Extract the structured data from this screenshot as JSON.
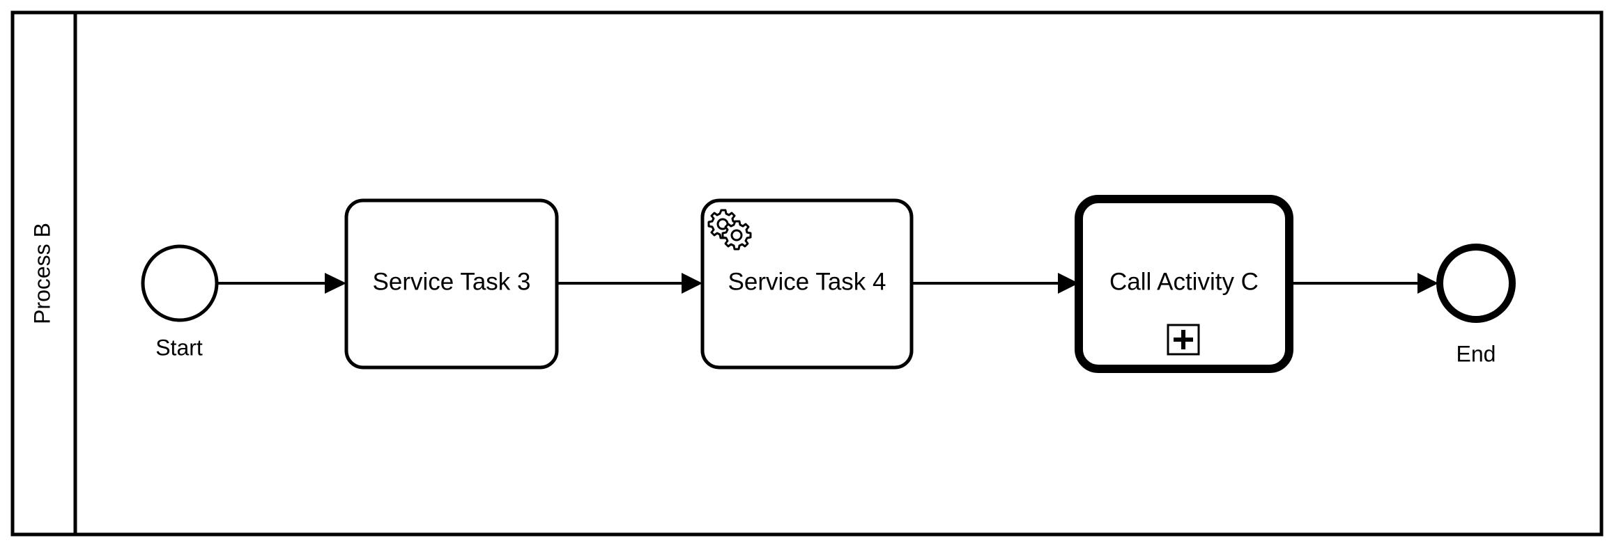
{
  "pool": {
    "label": "Process B"
  },
  "events": {
    "start": {
      "label": "Start"
    },
    "end": {
      "label": "End"
    }
  },
  "tasks": {
    "service_task_3": {
      "label": "Service Task 3"
    },
    "service_task_4": {
      "label": "Service Task 4",
      "icon": "gear-icon"
    },
    "call_activity_c": {
      "label": "Call Activity C",
      "marker": "plus-square-icon"
    }
  },
  "colors": {
    "stroke": "#000000",
    "fill": "#ffffff"
  }
}
